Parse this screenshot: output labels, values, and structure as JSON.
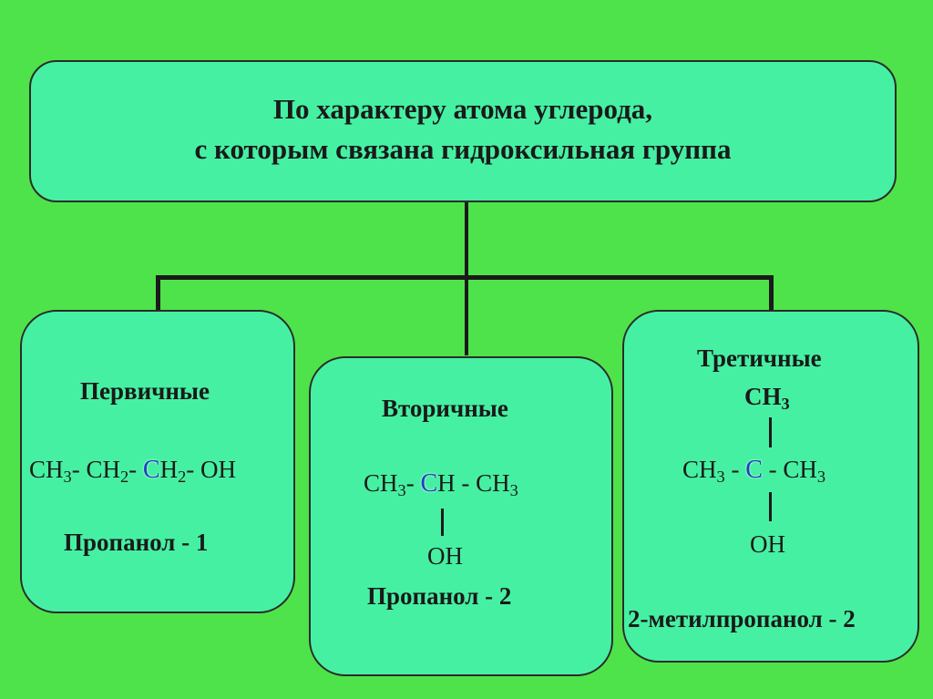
{
  "title": {
    "line1": "По характеру атома углерода,",
    "line2": "с которым связана гидроксильная группа"
  },
  "colors": {
    "background": "#4ee34a",
    "box_fill": "#46f0a3",
    "border": "#2b2b2b",
    "accent_carbon": "#1f3fbf"
  },
  "primary": {
    "heading": "Первичные",
    "formula": {
      "ch3": "CH",
      "ch3_sub": "3",
      "sep1": "- ",
      "ch2": "CH",
      "ch2_sub": "2",
      "sep2": "- ",
      "carbon": "C",
      "ch2b_rest": "H",
      "ch2b_sub": "2",
      "tail": "- OH"
    },
    "name": "Пропанол - 1"
  },
  "secondary": {
    "heading": "Вторичные",
    "formula": {
      "left": "CH",
      "left_sub": "3",
      "sep": "- ",
      "carbon": "C",
      "carbon_rest": "H - CH",
      "right_sub": "3"
    },
    "oh": "OH",
    "name": "Пропанол - 2"
  },
  "tertiary": {
    "heading": "Третичные",
    "top": "CH",
    "top_sub": "3",
    "formula": {
      "left": "CH",
      "left_sub": "3",
      "sep1": " - ",
      "carbon": "C",
      "sep2": " - CH",
      "right_sub": "3"
    },
    "oh": "OH",
    "name": "2-метилпропанол - 2"
  }
}
